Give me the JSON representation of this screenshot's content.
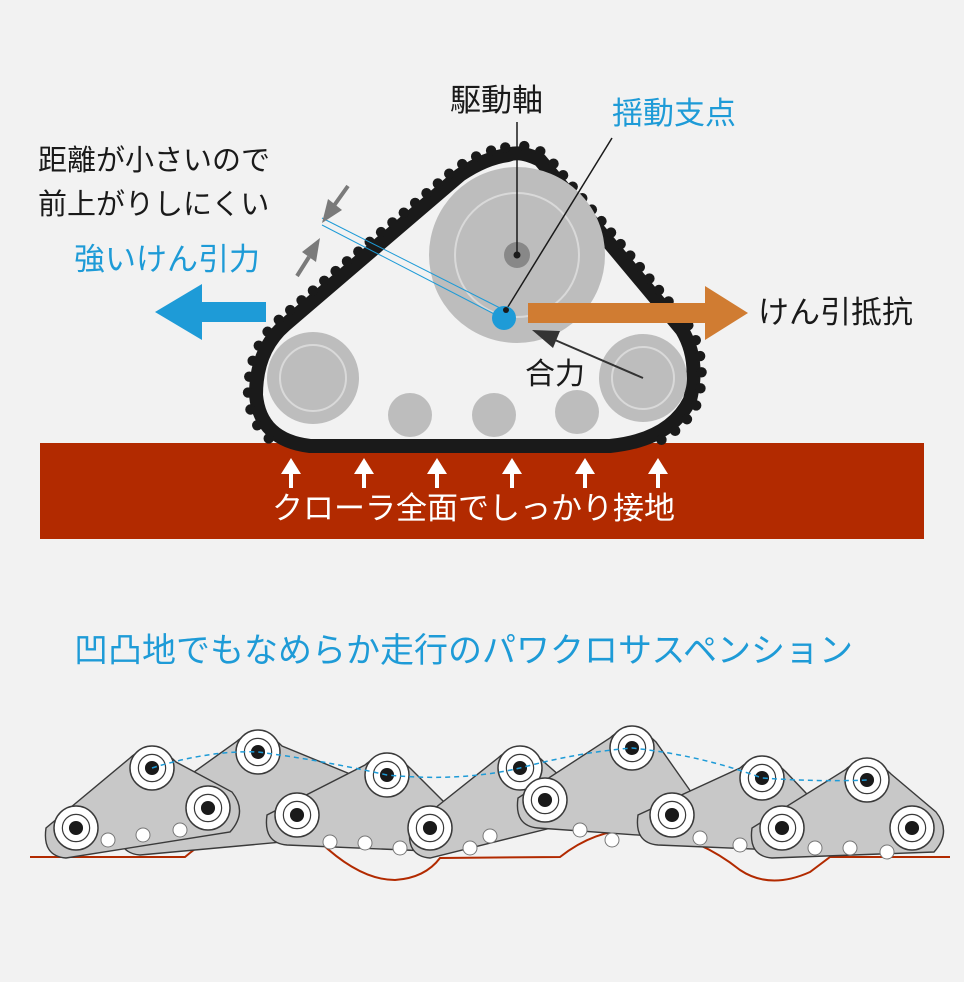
{
  "colors": {
    "background": "#f2f2f2",
    "accent_blue": "#1e9bd7",
    "accent_orange": "#d07c32",
    "ground_red": "#b22a00",
    "track_black": "#1a1a1a",
    "wheel_gray": "#bdbdbd"
  },
  "labels": {
    "drive_shaft": "駆動軸",
    "pivot_point": "揺動支点",
    "distance_line1": "距離が小さいので",
    "distance_line2": "前上がりしにくい",
    "strong_traction": "強いけん引力",
    "traction_resistance": "けん引抵抗",
    "resultant_force": "合力",
    "ground_contact": "クローラ全面でしっかり接地",
    "suspension_title": "凹凸地でもなめらか走行のパワクロサスペンション"
  }
}
